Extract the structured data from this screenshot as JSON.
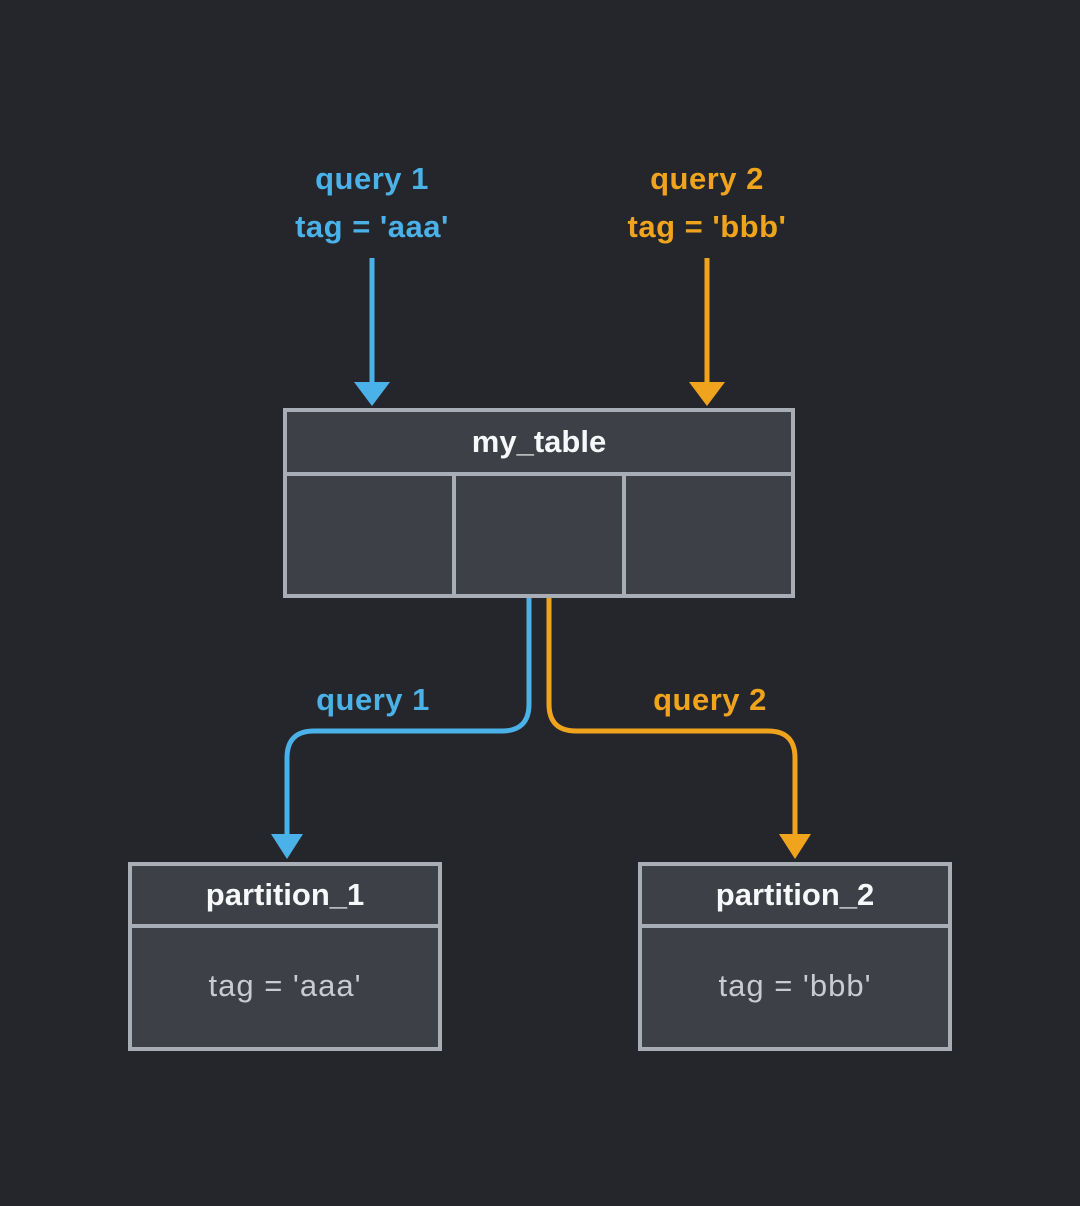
{
  "top_annotations": {
    "query1": {
      "line1": "query 1",
      "line2": "tag = 'aaa'"
    },
    "query2": {
      "line1": "query 2",
      "line2": "tag = 'bbb'"
    }
  },
  "table": {
    "title": "my_table"
  },
  "edge_labels": {
    "query1": "query 1",
    "query2": "query 2"
  },
  "partitions": [
    {
      "title": "partition_1",
      "body": "tag = 'aaa'"
    },
    {
      "title": "partition_2",
      "body": "tag = 'bbb'"
    }
  ],
  "colors": {
    "query1_blue": "#4AB2E8",
    "query2_orange": "#F0A41E",
    "box_border": "#A9ADB5",
    "box_fill": "#3D4047",
    "background": "#24262B",
    "header_text": "#F7F8F9",
    "body_text": "#C8CBD1"
  }
}
